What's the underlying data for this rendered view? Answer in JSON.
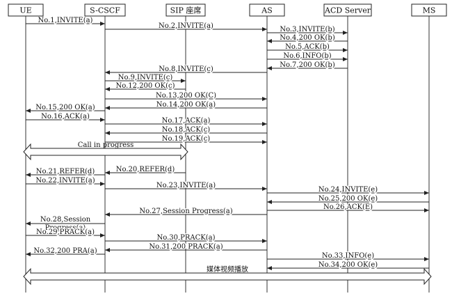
{
  "participants": [
    {
      "id": "ue",
      "label": "UE"
    },
    {
      "id": "scscf",
      "label": "S-CSCF"
    },
    {
      "id": "sip",
      "label": "SIP 座席"
    },
    {
      "id": "as",
      "label": "AS"
    },
    {
      "id": "acd",
      "label": "ACD Server"
    },
    {
      "id": "ms",
      "label": "MS"
    }
  ],
  "messages": [
    {
      "from": "ue",
      "to": "scscf",
      "label": "No.1,INVITE(a)"
    },
    {
      "from": "scscf",
      "to": "as",
      "label": "No.2,INVITE(a)"
    },
    {
      "from": "as",
      "to": "acd",
      "label": "No.3,INVITE(b)"
    },
    {
      "from": "acd",
      "to": "as",
      "label": "No.4,200 OK(b)"
    },
    {
      "from": "as",
      "to": "acd",
      "label": "No.5,ACK(b)"
    },
    {
      "from": "as",
      "to": "acd",
      "label": "No.6,INFO(b)"
    },
    {
      "from": "acd",
      "to": "as",
      "label": "No.7,200 OK(b)"
    },
    {
      "from": "as",
      "to": "scscf",
      "label": "No.8,INVITE(c)"
    },
    {
      "from": "scscf",
      "to": "sip",
      "label": "No.9,INVITE(c)"
    },
    {
      "from": "sip",
      "to": "scscf",
      "label": "No.12,200 OK(c)"
    },
    {
      "from": "scscf",
      "to": "as",
      "label": "No.13,200 OK(C)"
    },
    {
      "from": "as",
      "to": "scscf",
      "label": "No.14,200 OK(a)"
    },
    {
      "from": "scscf",
      "to": "ue",
      "label": "No.15,200 OK(a)"
    },
    {
      "from": "ue",
      "to": "scscf",
      "label": "No.16,ACK(a)"
    },
    {
      "from": "scscf",
      "to": "as",
      "label": "No.17,ACK(a)"
    },
    {
      "from": "as",
      "to": "scscf",
      "label": "No.18,ACK(c)"
    },
    {
      "from": "scscf",
      "to": "as",
      "label": "No.19,ACK(c)"
    },
    {
      "from": "sip",
      "to": "scscf",
      "label": "No.20,REFER(d)"
    },
    {
      "from": "scscf",
      "to": "ue",
      "label": "No.21,REFER(d)"
    },
    {
      "from": "ue",
      "to": "scscf",
      "label": "No.22,INVITE(a)"
    },
    {
      "from": "scscf",
      "to": "as",
      "label": "No.23,INVITE(a)"
    },
    {
      "from": "as",
      "to": "ms",
      "label": "No.24,INVITE(e)"
    },
    {
      "from": "ms",
      "to": "as",
      "label": "No.25,200 OK(e)"
    },
    {
      "from": "as",
      "to": "ms",
      "label": "No.26,ACK(E)"
    },
    {
      "from": "as",
      "to": "scscf",
      "label": "No.27,Session Progress(a)"
    },
    {
      "from": "scscf",
      "to": "ue",
      "label": "No.28,Session Progress(a)"
    },
    {
      "from": "ue",
      "to": "scscf",
      "label": "No.29,PRACK(a)"
    },
    {
      "from": "scscf",
      "to": "as",
      "label": "No.30,PRACK(a)"
    },
    {
      "from": "as",
      "to": "scscf",
      "label": "No.31,200 PRACK(a)"
    },
    {
      "from": "scscf",
      "to": "ue",
      "label": "No.32,200 PRA(a)"
    },
    {
      "from": "as",
      "to": "ms",
      "label": "No.33,INFO(e)"
    },
    {
      "from": "ms",
      "to": "as",
      "label": "No.34,200 OK(e)"
    }
  ],
  "spans": [
    {
      "from": "ue",
      "to": "sip",
      "label": "Call in progress"
    },
    {
      "from": "ue",
      "to": "ms",
      "label": "媒体视频播放"
    }
  ]
}
